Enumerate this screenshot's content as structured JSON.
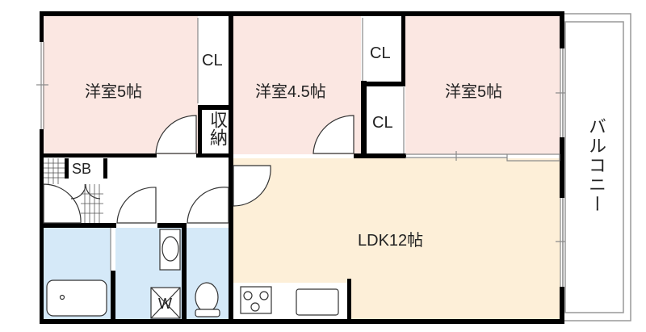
{
  "rooms": {
    "western_left": "洋室5帖",
    "western_middle": "洋室4.5帖",
    "western_right": "洋室5帖",
    "ldk": "LDK12帖",
    "closet_left": "CL",
    "closet_mid_top": "CL",
    "closet_mid_bottom": "CL",
    "storage": "収納",
    "shoe_box": "SB",
    "washer": "W",
    "balcony": "バルコニー"
  },
  "colors": {
    "bedroom": "#fbe7e2",
    "ldk": "#fdefd8",
    "wet_area": "#d5e9f8",
    "wall": "#000000"
  }
}
